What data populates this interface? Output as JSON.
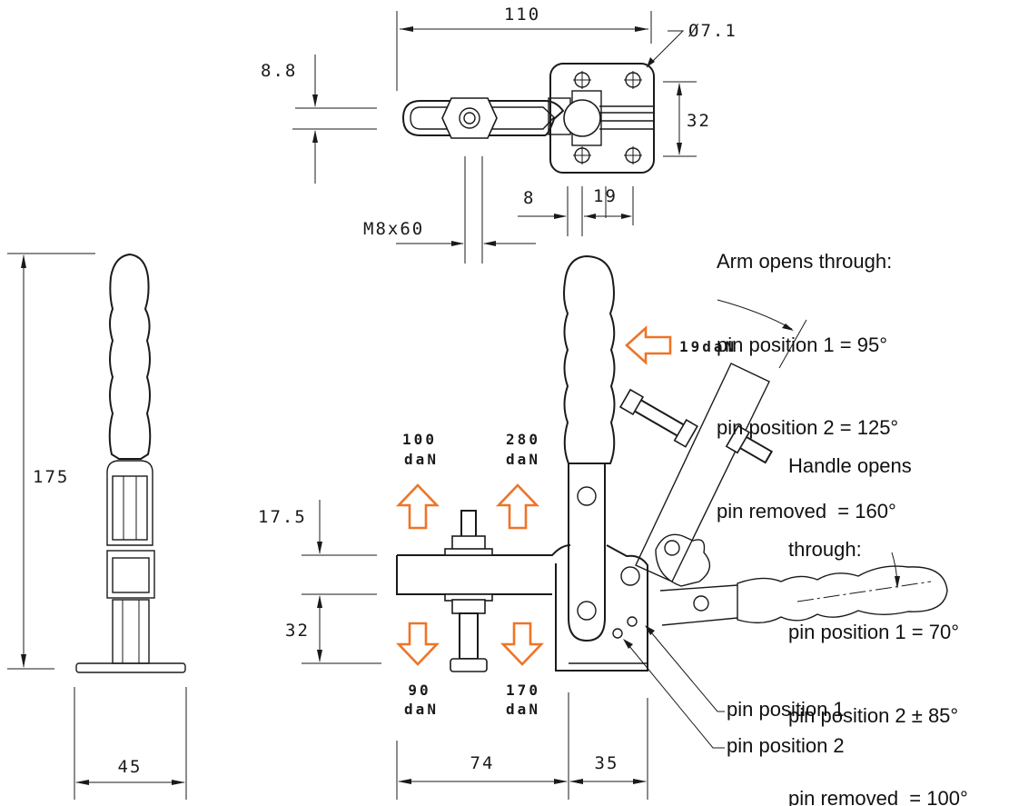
{
  "title": "Vertical toggle clamp dimensional drawing",
  "colors": {
    "force_arrow": "#ee7427",
    "line": "#1a1a1a"
  },
  "dimensions": {
    "top_width": "110",
    "hole_diameter": "Ø7.1",
    "spindle_thickness": "8.8",
    "base_hole_spacing": "32",
    "spindle_thread": "M8x60",
    "offset_8": "8",
    "offset_19": "19",
    "height_total": "175",
    "base_width": "45",
    "arm_height": "17.5",
    "spindle_below": "32",
    "reach": "74",
    "base_depth": "35"
  },
  "forces": {
    "up_left": {
      "value": "100",
      "unit": "daN"
    },
    "up_right": {
      "value": "280",
      "unit": "daN"
    },
    "down_left": {
      "value": "90",
      "unit": "daN"
    },
    "down_right": {
      "value": "170",
      "unit": "daN"
    },
    "handle": {
      "label": "19daN"
    }
  },
  "notes": {
    "arm_opens": {
      "heading": "Arm opens through:",
      "lines": [
        "pin position 1 = 95°",
        "pin position 2 = 125°",
        "pin removed  = 160°"
      ]
    },
    "handle_opens": {
      "heading_1": "Handle opens",
      "heading_2": "through:",
      "lines": [
        "pin position 1 = 70°",
        "pin position 2 ± 85°",
        "pin removed  = 100°"
      ]
    },
    "pin_labels": [
      "pin position 1",
      "pin position 2"
    ]
  }
}
